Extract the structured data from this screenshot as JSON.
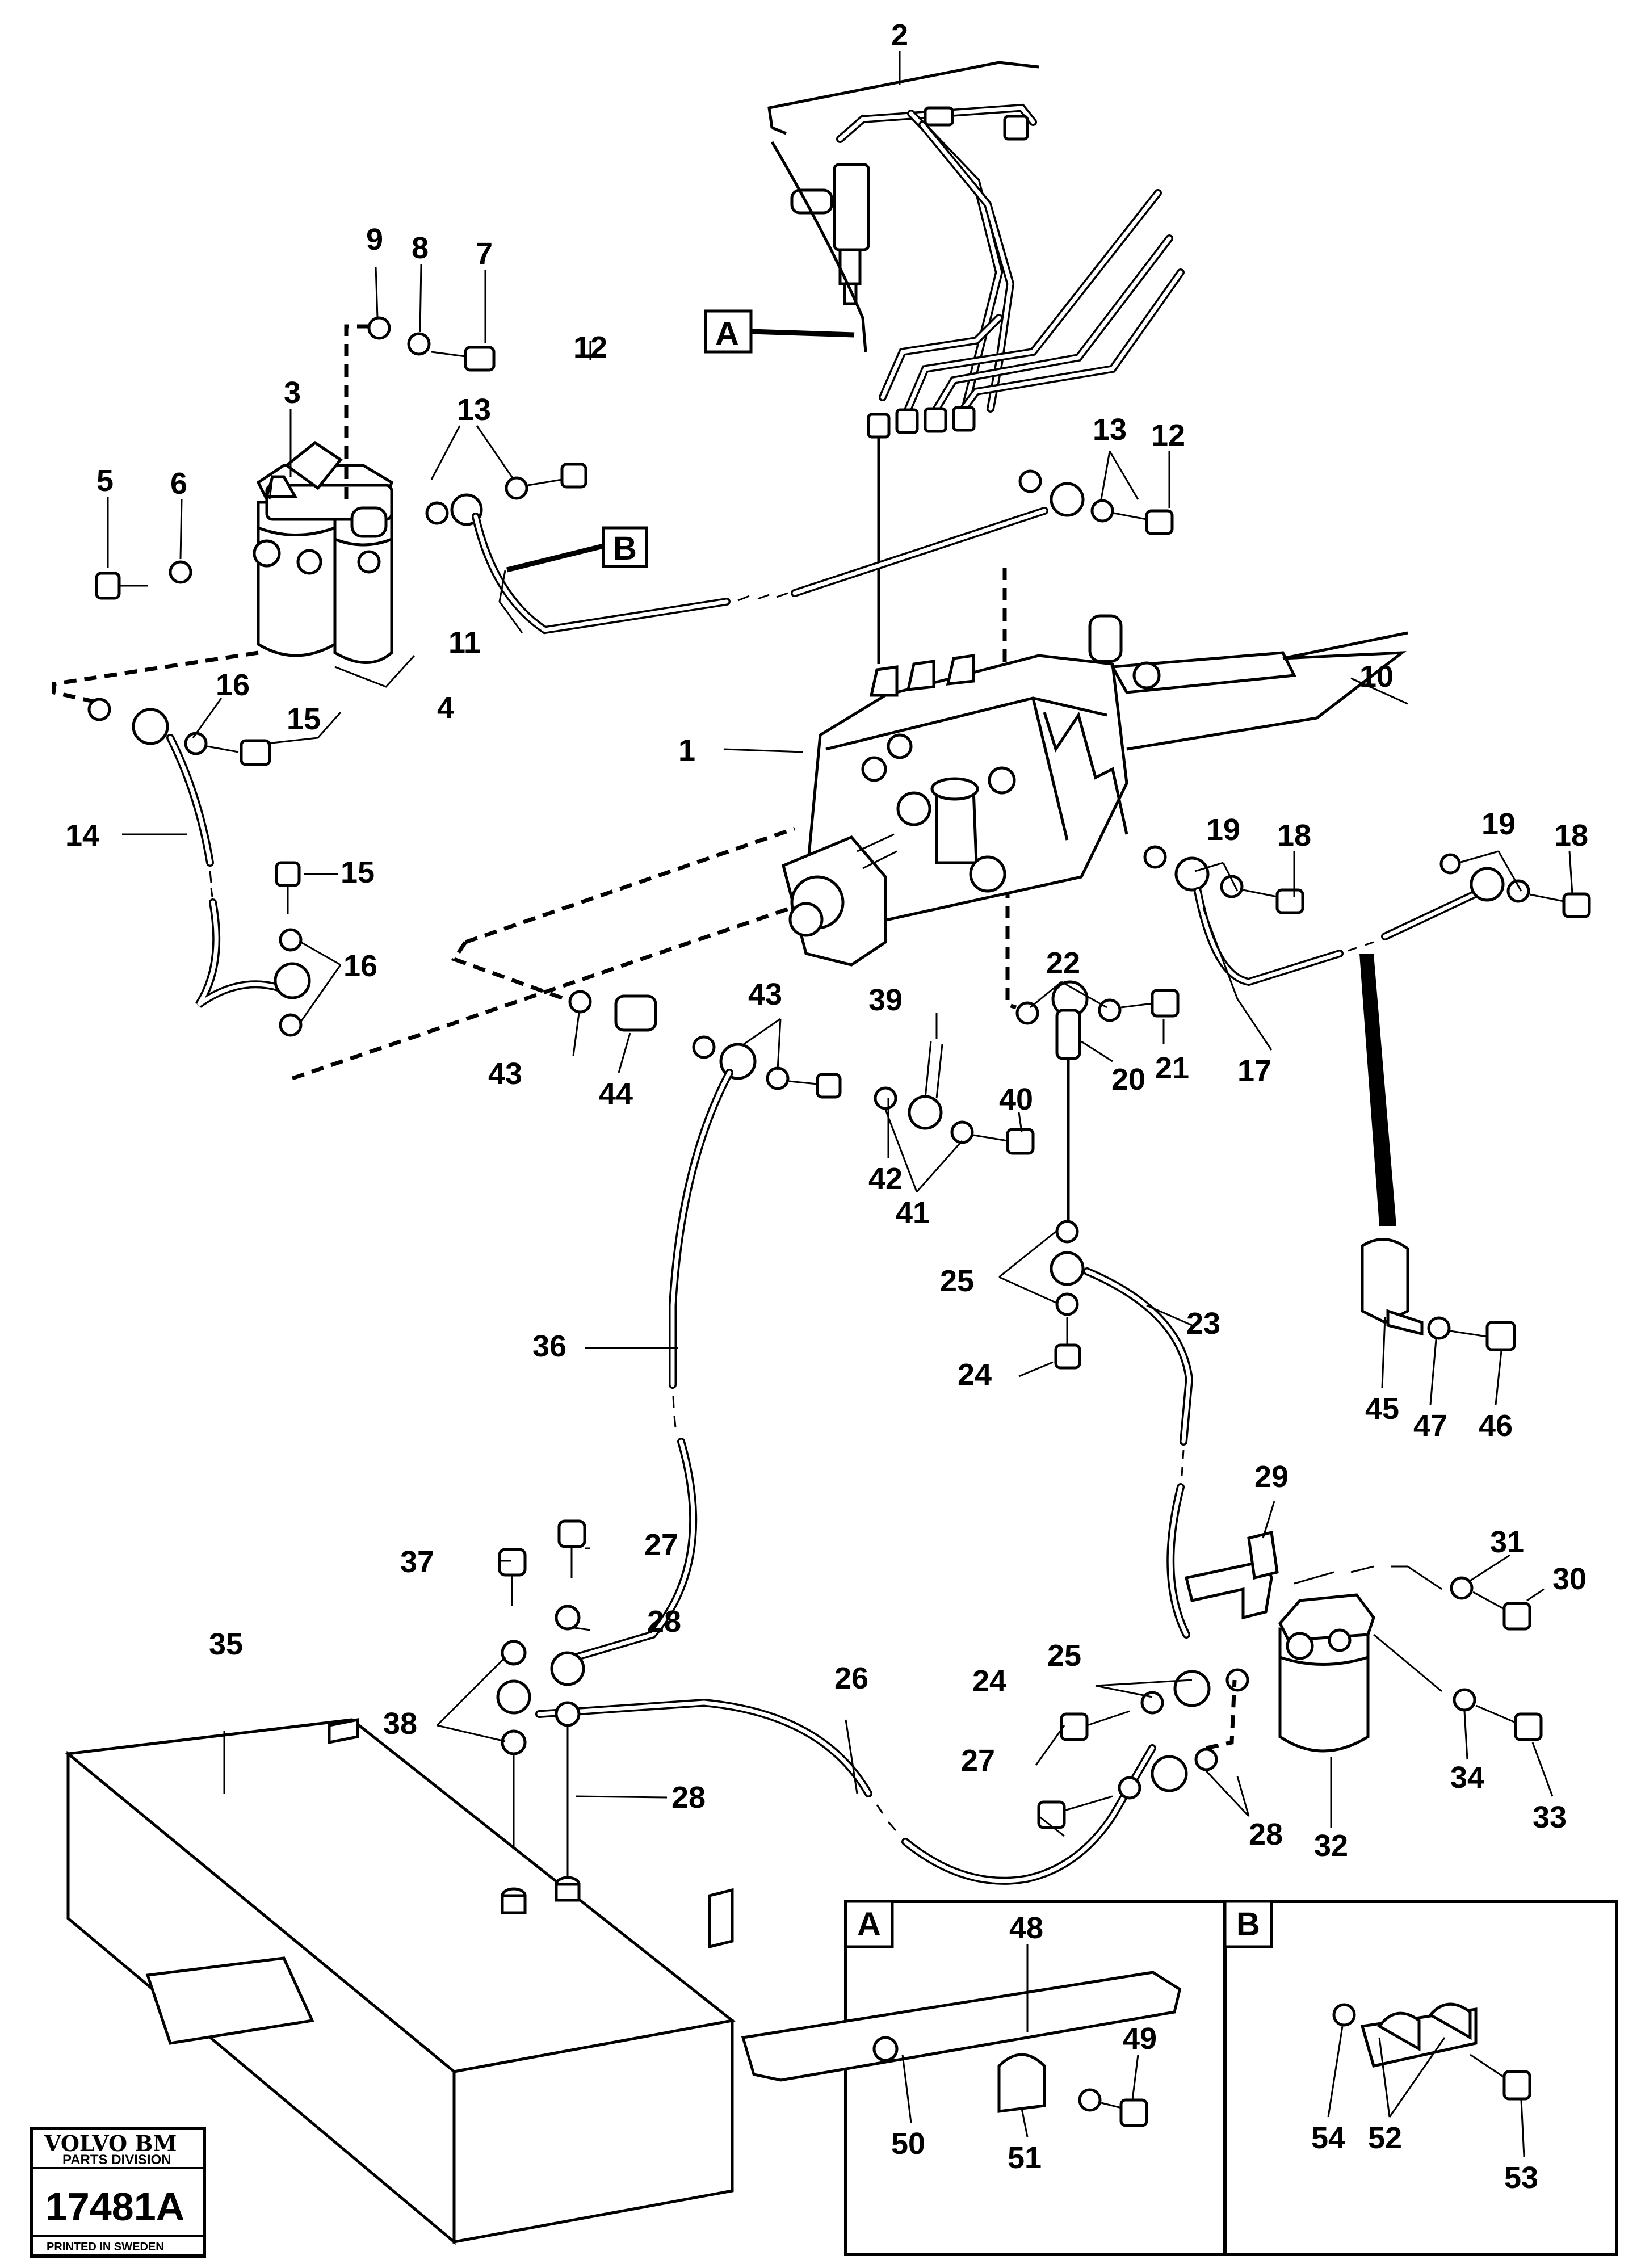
{
  "labels": {
    "p1": "1",
    "p2": "2",
    "p3": "3",
    "p4": "4",
    "p5": "5",
    "p6": "6",
    "p7": "7",
    "p8": "8",
    "p9": "9",
    "p10": "10",
    "p11": "11",
    "p12a": "12",
    "p12b": "12",
    "p13a": "13",
    "p13b": "13",
    "p14": "14",
    "p15a": "15",
    "p15b": "15",
    "p16a": "16",
    "p16b": "16",
    "p17": "17",
    "p18a": "18",
    "p18b": "18",
    "p19a": "19",
    "p19b": "19",
    "p20": "20",
    "p21": "21",
    "p22": "22",
    "p23": "23",
    "p24a": "24",
    "p24b": "24",
    "p25a": "25",
    "p25b": "25",
    "p26": "26",
    "p27a": "27",
    "p27b": "27",
    "p28a": "28",
    "p28b": "28",
    "p28c": "28",
    "p29": "29",
    "p30": "30",
    "p31": "31",
    "p32": "32",
    "p33": "33",
    "p34": "34",
    "p35": "35",
    "p36": "36",
    "p37": "37",
    "p38": "38",
    "p39": "39",
    "p40": "40",
    "p41": "41",
    "p42": "42",
    "p43a": "43",
    "p43b": "43",
    "p44": "44",
    "p45": "45",
    "p46": "46",
    "p47": "47",
    "p48": "48",
    "p49": "49",
    "p50": "50",
    "p51": "51",
    "p52": "52",
    "p53": "53",
    "p54": "54"
  },
  "callouts": {
    "a": "A",
    "b": "B"
  },
  "detail_panels": {
    "a_title": "A",
    "b_title": "B"
  },
  "stamp": {
    "brand": "VOLVO BM",
    "division": "PARTS DIVISION",
    "number": "17481A",
    "printed": "PRINTED IN SWEDEN"
  }
}
